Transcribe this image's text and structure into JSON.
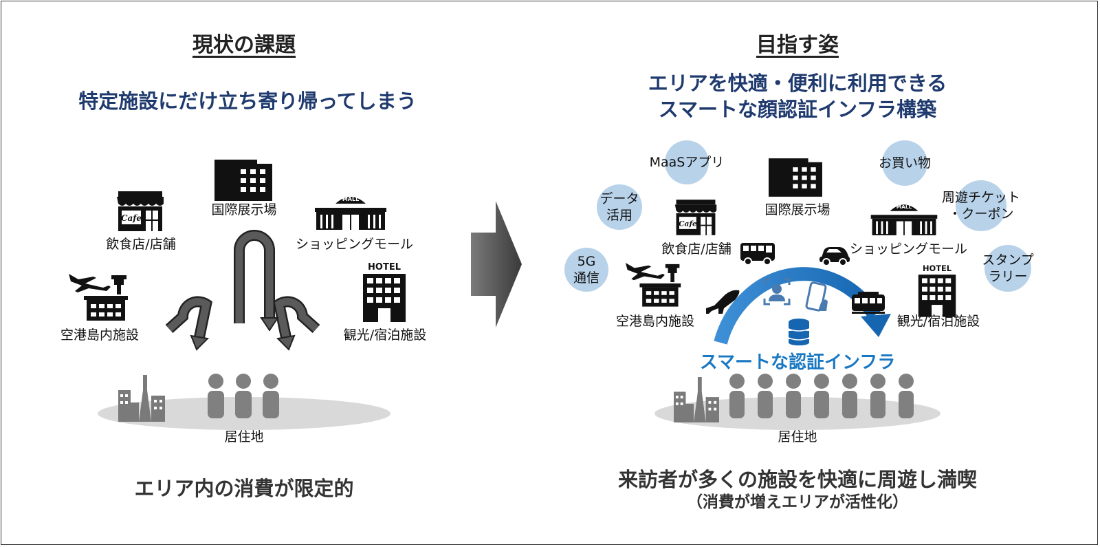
{
  "left": {
    "heading": "現状の課題",
    "subtitle": "特定施設にだけ立ち寄り帰ってしまう",
    "facilities": {
      "cafe": "飲食店/店舗",
      "exhibition": "国際展示場",
      "mall": "ショッピングモール",
      "airport": "空港島内施設",
      "hotel": "観光/宿泊施設"
    },
    "icon_text": {
      "cafe": "Cafe",
      "mall": "MALL",
      "hotel": "HOTEL"
    },
    "residence": "居住地",
    "bottom": "エリア内の消費が限定的"
  },
  "right": {
    "heading": "目指す姿",
    "subtitle_line1": "エリアを快適・便利に利用できる",
    "subtitle_line2": "スマートな顔認証インフラ構築",
    "bubbles": {
      "maas": "MaaSアプリ",
      "data": "データ\n活用",
      "fiveg": "5G\n通信",
      "shopping": "お買い物",
      "ticket": "周遊チケット\n・クーポン",
      "stamp": "スタンプ\nラリー"
    },
    "facilities": {
      "exhibition": "国際展示場",
      "cafe": "飲食店/店舗",
      "mall": "ショッピングモール",
      "airport": "空港島内施設",
      "hotel": "観光/宿泊施設"
    },
    "icon_text": {
      "cafe": "Cafe",
      "mall": "MALL",
      "hotel": "HOTEL"
    },
    "infra_label": "スマートな認証インフラ",
    "residence": "居住地",
    "bottom_line1": "来訪者が多くの施設を快適に周遊し満喫",
    "bottom_line2": "（消費が増えエリアが活性化）"
  },
  "colors": {
    "navy": "#1f3a6e",
    "blue_arc": "#1a78c2",
    "bubble": "#b8d2ea",
    "gray_person": "#808080",
    "arrow": "#555555"
  }
}
